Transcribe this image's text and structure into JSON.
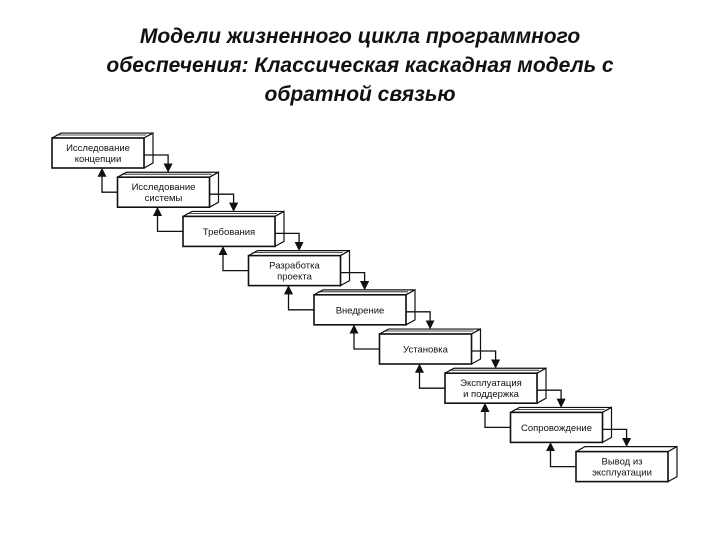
{
  "title": {
    "line1": "Модели жизненного цикла программного",
    "line2": "обеспечения: Классическая каскадная модель с",
    "line3": "обратной связью"
  },
  "stages": [
    {
      "label_lines": [
        "Исследование",
        "концепции"
      ]
    },
    {
      "label_lines": [
        "Исследование",
        "системы"
      ]
    },
    {
      "label_lines": [
        "Требования"
      ]
    },
    {
      "label_lines": [
        "Разработка",
        "проекта"
      ]
    },
    {
      "label_lines": [
        "Внедрение"
      ]
    },
    {
      "label_lines": [
        "Установка"
      ]
    },
    {
      "label_lines": [
        "Эксплуатация",
        "и поддержка"
      ]
    },
    {
      "label_lines": [
        "Сопровождение"
      ]
    },
    {
      "label_lines": [
        "Вывод из",
        "эксплуатации"
      ]
    }
  ],
  "colors": {
    "line": "#111111",
    "box_front": "#ffffff",
    "box_side": "#ffffff"
  }
}
